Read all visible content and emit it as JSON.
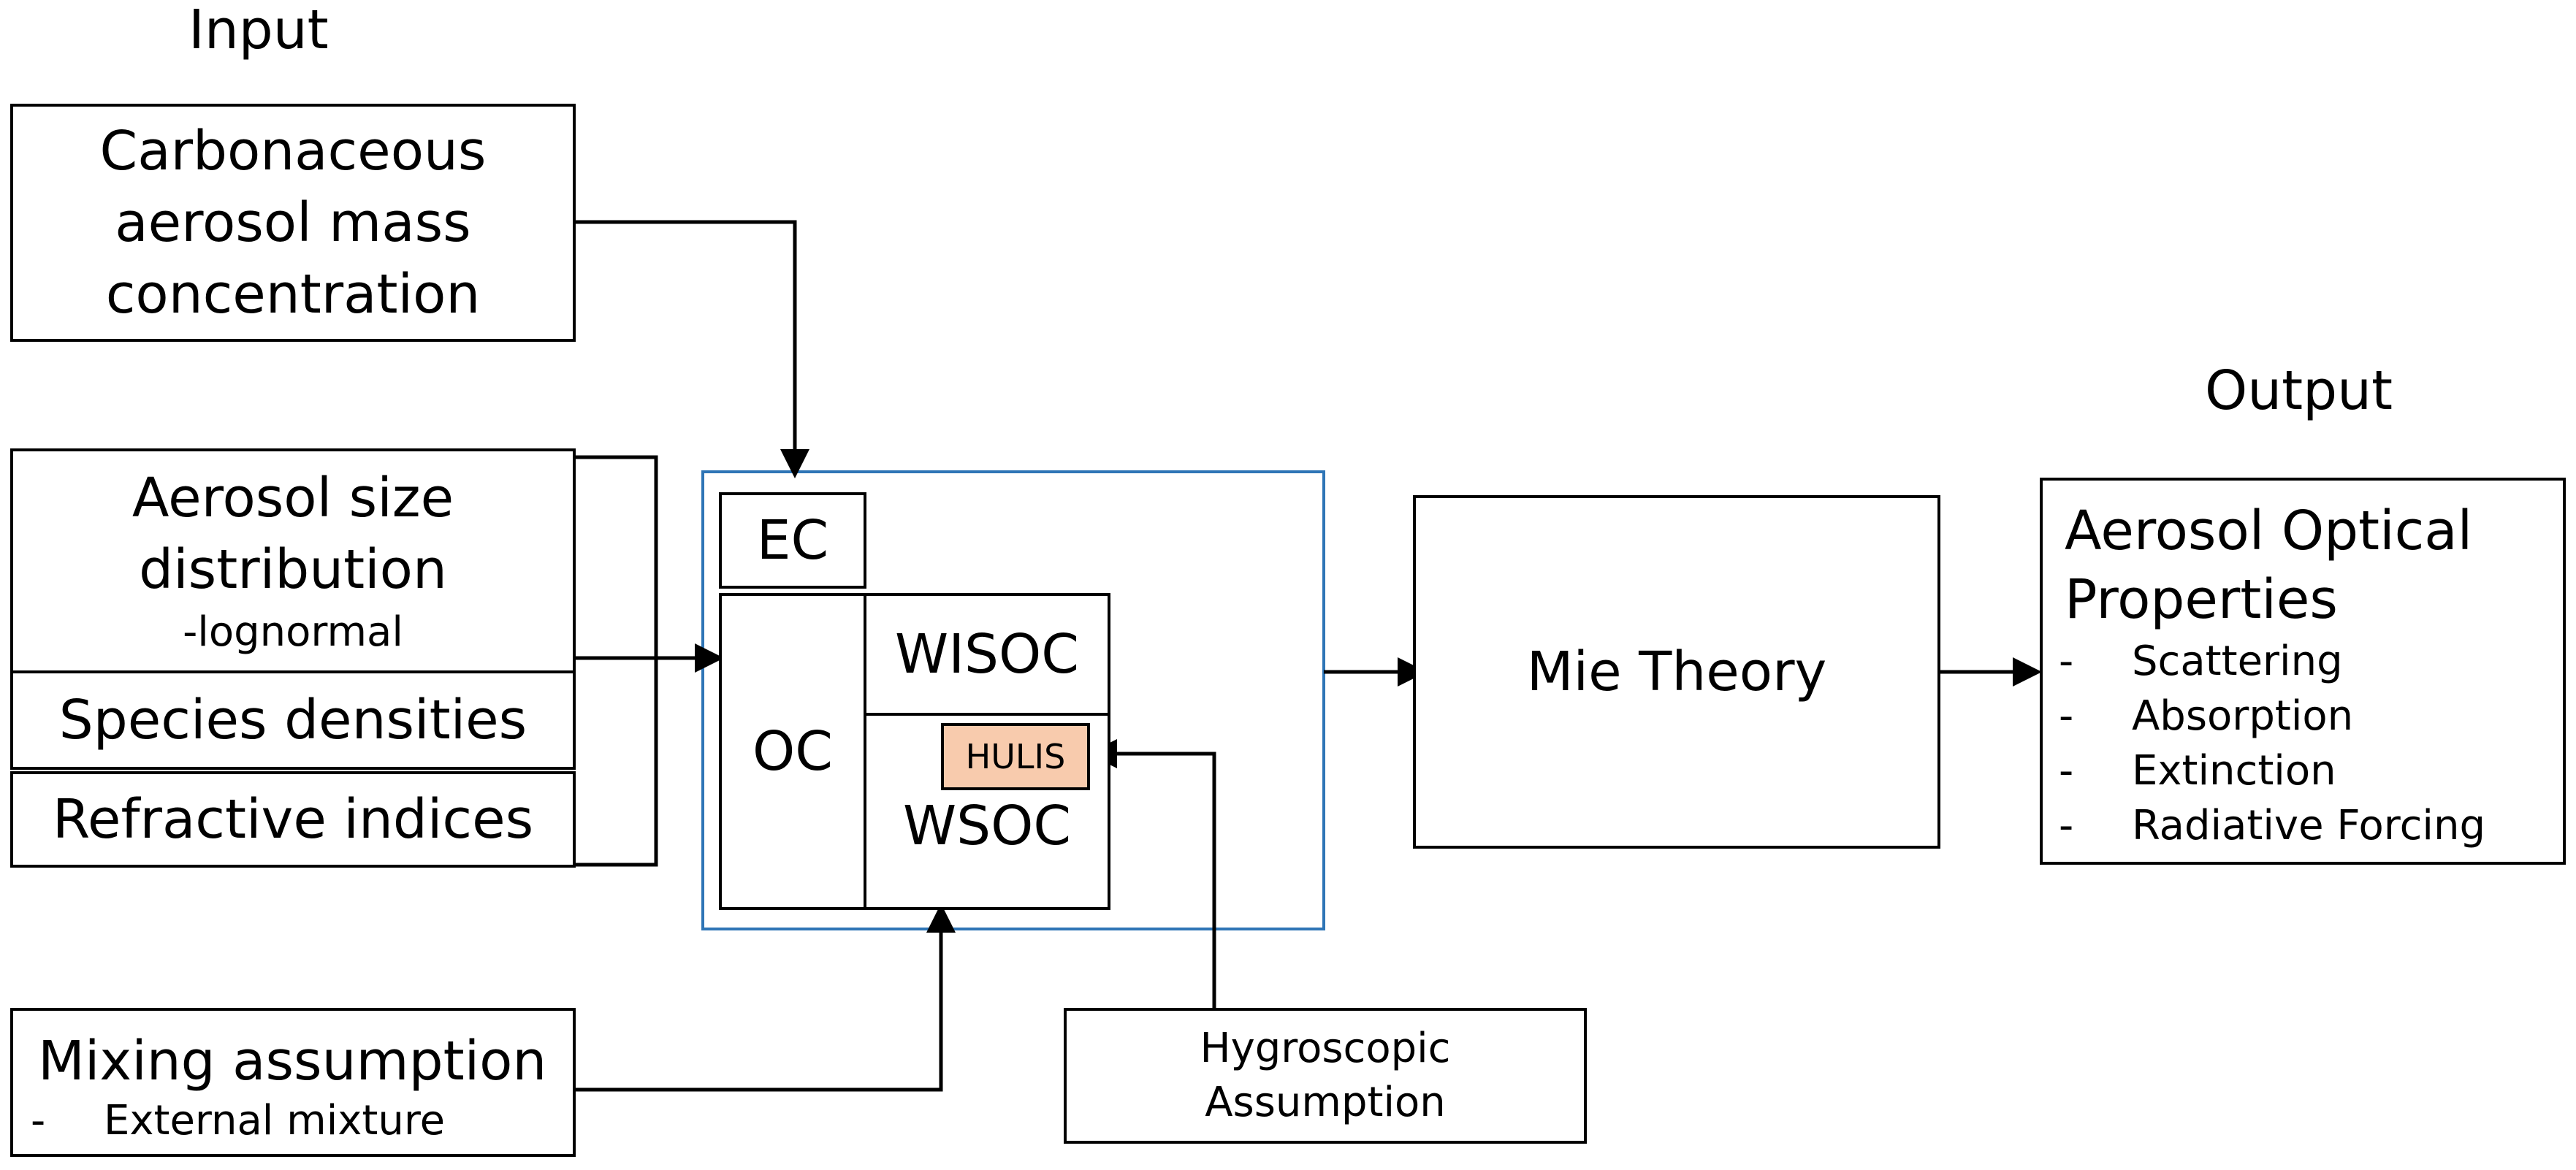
{
  "labels": {
    "input": "Input",
    "output": "Output"
  },
  "inputs": {
    "carbonaceous": [
      "Carbonaceous",
      "aerosol mass",
      "concentration"
    ],
    "size_distribution": [
      "Aerosol size",
      "distribution"
    ],
    "size_distribution_note": "-lognormal",
    "species_densities": "Species densities",
    "refractive_indices": "Refractive indices",
    "mixing_title": "Mixing assumption",
    "mixing_items": [
      {
        "dash": "-",
        "text": "External mixture"
      }
    ]
  },
  "composition": {
    "ec": "EC",
    "oc": "OC",
    "wisoc": "WISOC",
    "wsoc": "WSOC",
    "hulis": "HULIS"
  },
  "hygroscopic": [
    "Hygroscopic",
    "Assumption"
  ],
  "mie": "Mie Theory",
  "output": {
    "title": [
      "Aerosol Optical",
      "Properties"
    ],
    "items": [
      {
        "dash": "-",
        "text": "Scattering"
      },
      {
        "dash": "-",
        "text": "Absorption"
      },
      {
        "dash": "-",
        "text": "Extinction"
      },
      {
        "dash": "-",
        "text": "Radiative Forcing"
      }
    ]
  },
  "colors": {
    "container_border": "#2E75B6",
    "hulis_fill": "#F8CBAD",
    "line": "#000000"
  }
}
